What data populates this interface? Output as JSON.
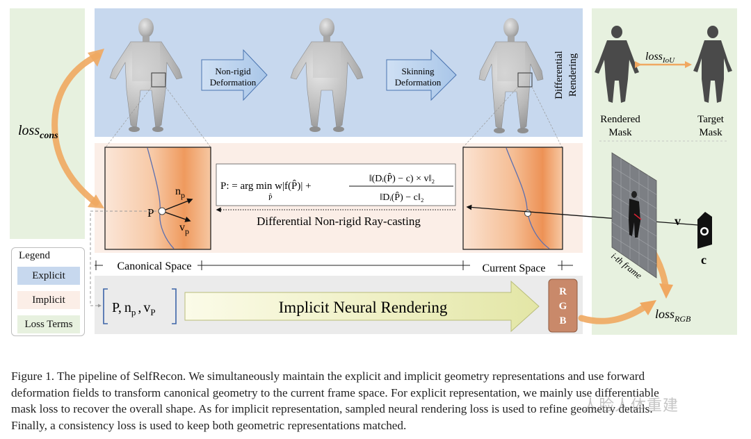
{
  "colors": {
    "explicit": "#c7d8ee",
    "implicit": "#fbeee7",
    "loss_terms": "#e7f1df",
    "orange": "#f0a861",
    "rgb_box": "#c9896a",
    "gray_band": "#ebebeb"
  },
  "diagram": {
    "loss_cons": {
      "base": "loss",
      "sub": "cons"
    },
    "loss_iou": {
      "base": "loss",
      "sub": "IoU"
    },
    "loss_rgb": {
      "base": "loss",
      "sub": "RGB"
    },
    "nonrigid_arrow": {
      "line1": "Non-rigid",
      "line2": "Deformation"
    },
    "skinning_arrow": {
      "line1": "Skinning",
      "line2": "Deformation"
    },
    "differential_rendering": {
      "line1": "Differential",
      "line2": "Rendering"
    },
    "rendered_mask": {
      "line1": "Rendered",
      "line2": "Mask"
    },
    "target_mask": {
      "line1": "Target",
      "line2": "Mask"
    },
    "point_label": "P",
    "normal_label": {
      "base": "n",
      "sub": "p"
    },
    "view_label": {
      "base": "v",
      "sub": "p"
    },
    "formula_lhs": "P: = arg min w|f(P̂)| +",
    "formula_under": "P̂",
    "formula_num": "‖(Dᵢ(P̂) − c) × v‖₂",
    "formula_den": "‖Dᵢ(P̂) − c‖₂",
    "raycasting_label": "Differential Non-rigid Ray-casting",
    "canonical_space": "Canonical Space",
    "current_space": "Current Space",
    "frame_label": "i-th frame",
    "camera_v": "v",
    "camera_c": "c",
    "input_vector": "P, np, vP",
    "input_p": "P,",
    "input_n": {
      "base": "n",
      "sub": "p"
    },
    "input_v": {
      "base": "v",
      "sub": "P"
    },
    "inr_label": "Implicit Neural Rendering",
    "rgb": [
      "R",
      "G",
      "B"
    ]
  },
  "legend": {
    "title": "Legend",
    "items": [
      {
        "label": "Explicit",
        "color": "#c7d8ee"
      },
      {
        "label": "Implicit",
        "color": "#fbeee7"
      },
      {
        "label": "Loss Terms",
        "color": "#e7f1df"
      }
    ]
  },
  "caption": {
    "line1": "Figure 1.  The pipeline of SelfRecon. We simultaneously maintain the explicit and implicit geometry representations and use forward",
    "line2": "deformation fields to transform canonical geometry to the current frame space.  For explicit representation, we mainly use differentiable",
    "line3": "mask loss to recover the overall shape.  As for implicit representation, sampled neural rendering loss is used to refine geometry details.",
    "line4": "Finally, a consistency loss is used to keep both geometric representations matched."
  },
  "watermark": "人脸人体重建"
}
